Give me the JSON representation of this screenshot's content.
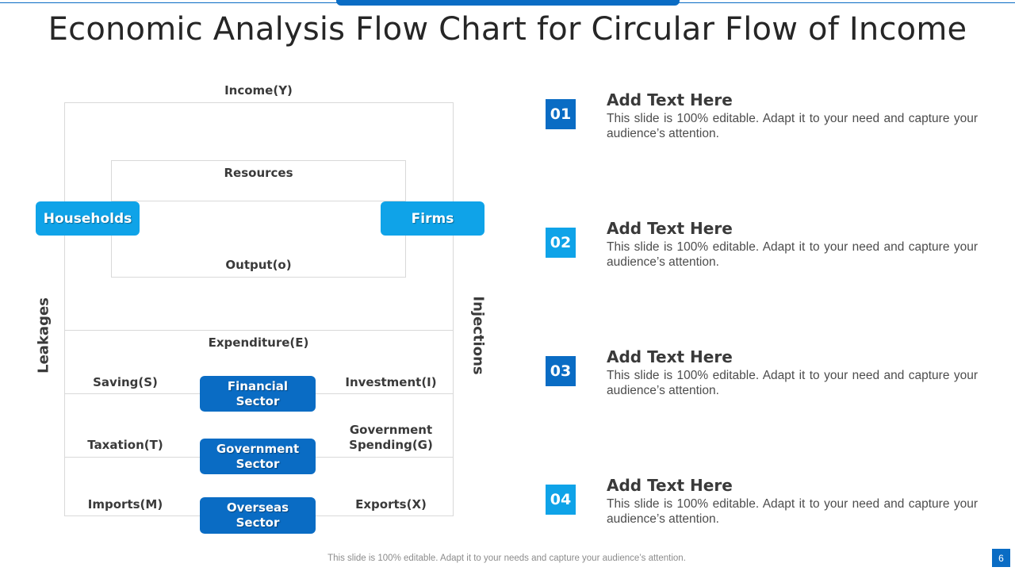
{
  "title": "Economic Analysis Flow Chart for Circular Flow of Income",
  "colors": {
    "accent_dark": "#0a6cc4",
    "accent_light": "#0fa3e8",
    "line": "#d9d9d9"
  },
  "diagram": {
    "income": "Income(Y)",
    "resources": "Resources",
    "output": "Output(o)",
    "households": "Households",
    "firms": "Firms",
    "leakages": "Leakages",
    "injections": "Injections",
    "expenditure": "Expenditure(E)",
    "saving": "Saving(S)",
    "investment": "Investment(I)",
    "taxation": "Taxation(T)",
    "government_spending": "Government Spending(G)",
    "imports": "Imports(M)",
    "exports": "Exports(X)",
    "financial_sector": "Financial Sector",
    "government_sector": "Government Sector",
    "overseas_sector": "Overseas Sector"
  },
  "items": [
    {
      "num": "01",
      "title": "Add Text Here",
      "body": "This slide is 100% editable. Adapt it to your need and capture your audience’s attention."
    },
    {
      "num": "02",
      "title": "Add Text Here",
      "body": "This slide is 100% editable. Adapt it to your need and capture your audience’s attention."
    },
    {
      "num": "03",
      "title": "Add Text Here",
      "body": "This slide is 100% editable. Adapt it to your need and capture your audience’s attention."
    },
    {
      "num": "04",
      "title": "Add Text Here",
      "body": "This slide is 100% editable. Adapt it to your need and capture your audience’s attention."
    }
  ],
  "footer": "This slide is 100% editable. Adapt it to your needs and capture your audience’s attention.",
  "page_number": "6"
}
